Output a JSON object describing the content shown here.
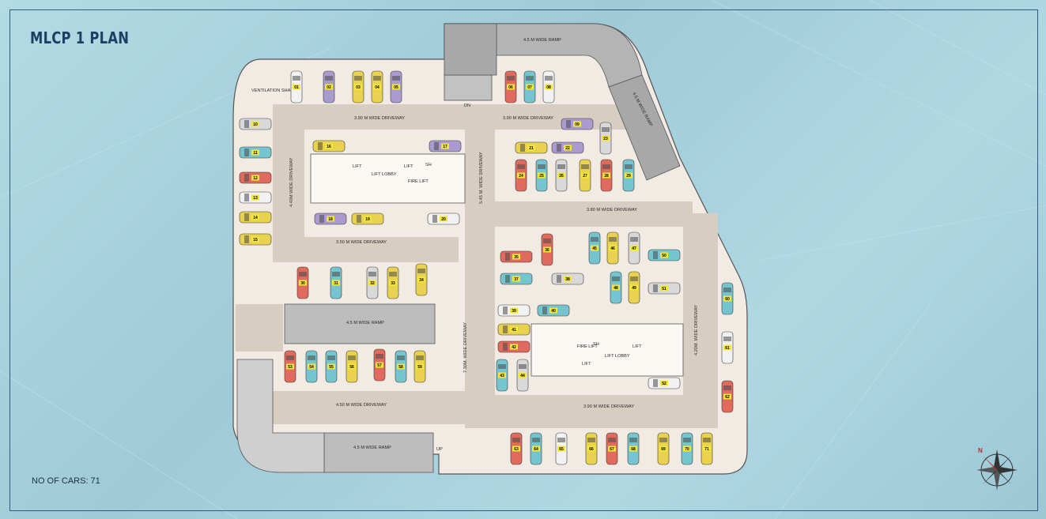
{
  "title": "MLCP 1 PLAN",
  "car_count": "NO OF CARS: 71",
  "compass": {
    "north_label": "N",
    "icon": "compass-rose-icon"
  },
  "labels": {
    "ventilation_shaft": "VENTILATION SHAFT",
    "driveway_top_left": "3.90 M WIDE DRIVEWAY",
    "driveway_top_right": "3.90 M WIDE DRIVEWAY",
    "driveway_left_vertical": "4.40M WIDE DRIVEWAY",
    "driveway_mid_vertical": "5.45 M. WIDE DRIVEWAY",
    "driveway_middle": "3.50 M WIDE DRIVEWAY",
    "driveway_right_upper": "3.80 M WIDE DRIVEWAY",
    "driveway_center_vertical": "7.30M. WIDE DRIVEWAY",
    "driveway_right_vertical": "4.20M. WIDE DRIVEWAY",
    "driveway_bottom_left": "4.50 M WIDE DRIVEWAY",
    "driveway_bottom_right": "3.90 M WIDE DRIVEWAY",
    "ramp_top": "4.5 M WIDE RAMP",
    "ramp_diagonal": "4.5 M WIDE RAMP",
    "ramp_middle": "4.5 M WIDE RAMP",
    "ramp_bottom": "4.5 M WIDE RAMP",
    "up": "UP",
    "dn": "DN",
    "lift": "LIFT",
    "lift_lobby": "LIFT LOBBY",
    "fire_lift": "FIRE LIFT",
    "sh": "SH"
  },
  "colors": {
    "background": "#a9d3de",
    "slab": "#f2ebe4",
    "driveway": "#d8cdc1",
    "ramp": "#b4b4b4",
    "outline": "#4a4a4a",
    "title": "#1f3e63",
    "slot_label": "#f5e63a",
    "car_palette": [
      "#e06a5e",
      "#74c5cf",
      "#e9d24f",
      "#a99ad0",
      "#f2f2f2",
      "#d9d9d9",
      "#e7c83d",
      "#de5a52"
    ]
  },
  "slots": [
    {
      "n": "01",
      "c": 4
    },
    {
      "n": "02",
      "c": 3
    },
    {
      "n": "03",
      "c": 2
    },
    {
      "n": "04",
      "c": 2
    },
    {
      "n": "05",
      "c": 3
    },
    {
      "n": "06",
      "c": 0
    },
    {
      "n": "07",
      "c": 1
    },
    {
      "n": "08",
      "c": 4
    },
    {
      "n": "09",
      "c": 3
    },
    {
      "n": "10",
      "c": 5
    },
    {
      "n": "11",
      "c": 1
    },
    {
      "n": "12",
      "c": 0
    },
    {
      "n": "13",
      "c": 4
    },
    {
      "n": "14",
      "c": 2
    },
    {
      "n": "15",
      "c": 2
    },
    {
      "n": "16",
      "c": 2
    },
    {
      "n": "17",
      "c": 3
    },
    {
      "n": "18",
      "c": 3
    },
    {
      "n": "19",
      "c": 2
    },
    {
      "n": "20",
      "c": 4
    },
    {
      "n": "21",
      "c": 2
    },
    {
      "n": "22",
      "c": 3
    },
    {
      "n": "23",
      "c": 5
    },
    {
      "n": "24",
      "c": 0
    },
    {
      "n": "25",
      "c": 1
    },
    {
      "n": "26",
      "c": 5
    },
    {
      "n": "27",
      "c": 2
    },
    {
      "n": "28",
      "c": 0
    },
    {
      "n": "29",
      "c": 1
    },
    {
      "n": "30",
      "c": 0
    },
    {
      "n": "31",
      "c": 1
    },
    {
      "n": "32",
      "c": 5
    },
    {
      "n": "33",
      "c": 2
    },
    {
      "n": "34",
      "c": 2
    },
    {
      "n": "35",
      "c": 0
    },
    {
      "n": "36",
      "c": 0
    },
    {
      "n": "37",
      "c": 1
    },
    {
      "n": "38",
      "c": 5
    },
    {
      "n": "39",
      "c": 4
    },
    {
      "n": "40",
      "c": 1
    },
    {
      "n": "41",
      "c": 2
    },
    {
      "n": "42",
      "c": 0
    },
    {
      "n": "43",
      "c": 1
    },
    {
      "n": "44",
      "c": 5
    },
    {
      "n": "45",
      "c": 1
    },
    {
      "n": "46",
      "c": 2
    },
    {
      "n": "47",
      "c": 5
    },
    {
      "n": "48",
      "c": 1
    },
    {
      "n": "49",
      "c": 2
    },
    {
      "n": "50",
      "c": 1
    },
    {
      "n": "51",
      "c": 5
    },
    {
      "n": "52",
      "c": 4
    },
    {
      "n": "53",
      "c": 0
    },
    {
      "n": "54",
      "c": 1
    },
    {
      "n": "55",
      "c": 1
    },
    {
      "n": "56",
      "c": 2
    },
    {
      "n": "57",
      "c": 0
    },
    {
      "n": "58",
      "c": 1
    },
    {
      "n": "59",
      "c": 2
    },
    {
      "n": "60",
      "c": 1
    },
    {
      "n": "61",
      "c": 4
    },
    {
      "n": "62",
      "c": 0
    },
    {
      "n": "63",
      "c": 0
    },
    {
      "n": "64",
      "c": 1
    },
    {
      "n": "65",
      "c": 4
    },
    {
      "n": "66",
      "c": 2
    },
    {
      "n": "67",
      "c": 0
    },
    {
      "n": "68",
      "c": 1
    },
    {
      "n": "69",
      "c": 2
    },
    {
      "n": "70",
      "c": 1
    },
    {
      "n": "71",
      "c": 2
    }
  ]
}
